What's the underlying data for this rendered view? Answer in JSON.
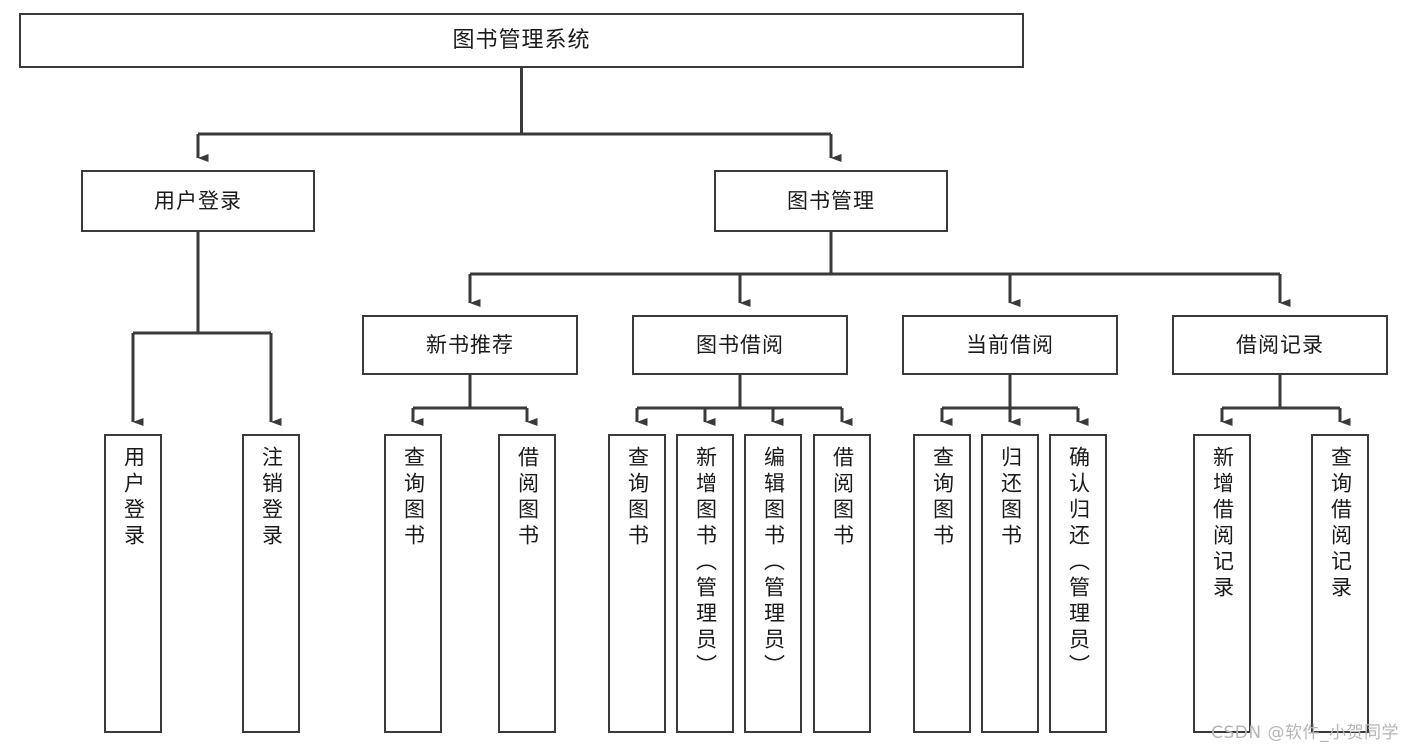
{
  "diagram": {
    "title": "图书管理系统",
    "type": "tree-hierarchy",
    "watermark": "CSDN @软件_小贺同学",
    "colors": {
      "box_border": "#3a3a3a",
      "box_fill": "#ffffff",
      "connector": "#3a3a3a",
      "text": "#1a1a1a",
      "watermark": "#b6b6b6",
      "background": "#ffffff"
    }
  },
  "nodes": {
    "root": {
      "label": "图书管理系统"
    },
    "level1": [
      {
        "label": "用户登录"
      },
      {
        "label": "图书管理"
      }
    ],
    "level2": [
      {
        "label": "新书推荐"
      },
      {
        "label": "图书借阅"
      },
      {
        "label": "当前借阅"
      },
      {
        "label": "借阅记录"
      }
    ],
    "leaves": {
      "user_login": [
        {
          "label": "用户登录"
        },
        {
          "label": "注销登录"
        }
      ],
      "new_book_recommend": [
        {
          "label": "查询图书"
        },
        {
          "label": "借阅图书"
        }
      ],
      "book_borrow": [
        {
          "label": "查询图书"
        },
        {
          "label": "新增图书（管理员）"
        },
        {
          "label": "编辑图书（管理员）"
        },
        {
          "label": "借阅图书"
        }
      ],
      "current_borrow": [
        {
          "label": "查询图书"
        },
        {
          "label": "归还图书"
        },
        {
          "label": "确认归还（管理员）"
        }
      ],
      "borrow_record": [
        {
          "label": "新增借阅记录"
        },
        {
          "label": "查询借阅记录"
        }
      ]
    }
  }
}
